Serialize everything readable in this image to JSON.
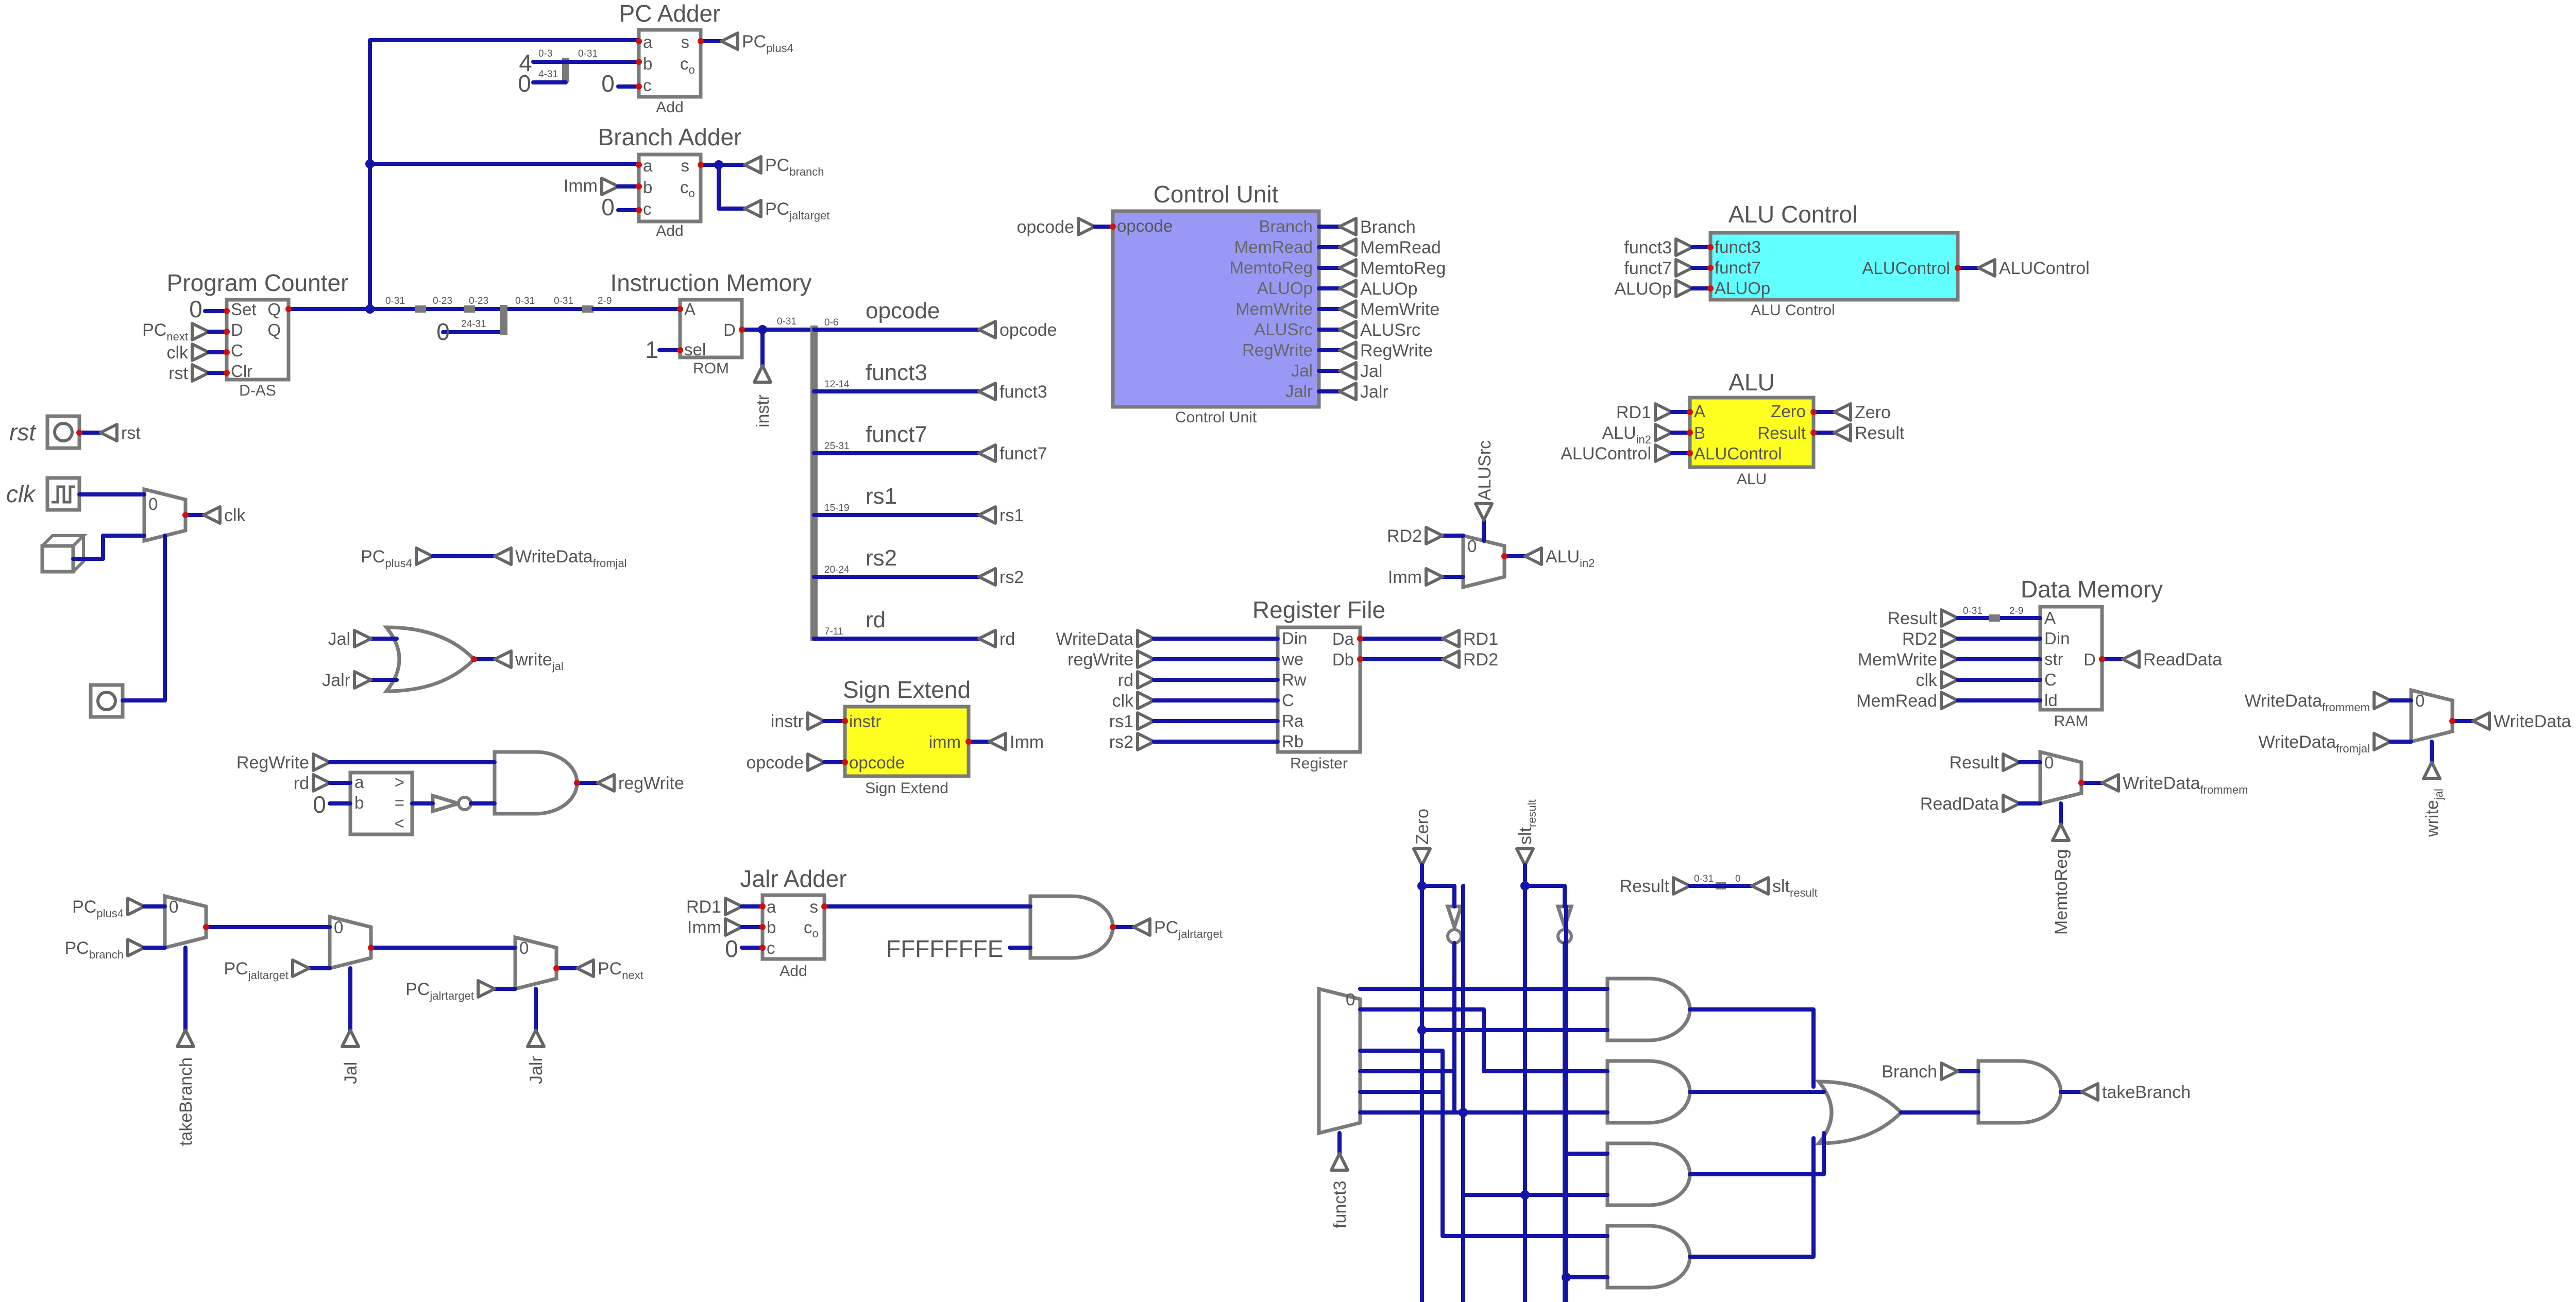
{
  "colors": {
    "wire": "#1414a8",
    "outline": "#7a7a7a",
    "control_fill": "#9999f5",
    "alu_fill": "#ffff1f",
    "sign_fill": "#ffff1f",
    "aluctl_fill": "#61ffff",
    "pin_dot": "#cc1111"
  },
  "pc_adder": {
    "title": "PC Adder",
    "sub": "Add",
    "const_b": "4",
    "const_c": "0",
    "output": "PC",
    "output_sub": "plus4",
    "split1": "0-3",
    "split2": "4-31",
    "split3": "0-31"
  },
  "branch_adder": {
    "title": "Branch Adder",
    "sub": "Add",
    "in_b": "Imm",
    "const_c": "0",
    "out1": "PC",
    "out1_sub": "branch",
    "out2": "PC",
    "out2_sub": "jaltarget"
  },
  "program_counter": {
    "title": "Program Counter",
    "sub": "D-AS",
    "const_set": "0",
    "in_d": "PC",
    "in_d_sub": "next",
    "in_clk": "clk",
    "in_rst": "rst",
    "pins": [
      "Set",
      "D",
      "C",
      "Clr",
      "Q",
      "Q"
    ]
  },
  "splitters": {
    "s1": "0-31",
    "s2": "0-23",
    "s3": "0-23",
    "s4": "24-31",
    "s5": "0-31",
    "s6": "0-31",
    "s7": "2-9",
    "const": "0"
  },
  "instruction_memory": {
    "title": "Instruction Memory",
    "sub": "ROM",
    "pin_a": "A",
    "pin_d": "D",
    "pin_sel": "sel",
    "const_sel": "1",
    "tunnel": "instr",
    "split": "0-31"
  },
  "instr_fields": [
    {
      "label": "opcode",
      "bits": "0-6",
      "tunnel": "opcode"
    },
    {
      "label": "funct3",
      "bits": "12-14",
      "tunnel": "funct3"
    },
    {
      "label": "funct7",
      "bits": "25-31",
      "tunnel": "funct7"
    },
    {
      "label": "rs1",
      "bits": "15-19",
      "tunnel": "rs1"
    },
    {
      "label": "rs2",
      "bits": "20-24",
      "tunnel": "rs2"
    },
    {
      "label": "rd",
      "bits": "7-11",
      "tunnel": "rd"
    }
  ],
  "control_unit": {
    "title": "Control Unit",
    "sub": "Control Unit",
    "input": "opcode",
    "outputs": [
      "Branch",
      "MemRead",
      "MemtoReg",
      "ALUOp",
      "MemWrite",
      "ALUSrc",
      "RegWrite",
      "Jal",
      "Jalr"
    ]
  },
  "alu_control": {
    "title": "ALU Control",
    "sub": "ALU Control",
    "inputs": [
      "funct3",
      "funct7",
      "ALUOp"
    ],
    "output": "ALUControl"
  },
  "alu": {
    "title": "ALU",
    "sub": "ALU",
    "in_a": "RD1",
    "in_b": "ALU",
    "in_b_sub": "in2",
    "in_c": "ALUControl",
    "pins_in": [
      "A",
      "B",
      "ALUControl"
    ],
    "pins_out": [
      "Zero",
      "Result"
    ],
    "out1": "Zero",
    "out2": "Result"
  },
  "alu_src_mux": {
    "sel": "ALUSrc",
    "in1": "RD2",
    "in2": "Imm",
    "out": "ALU",
    "out_sub": "in2",
    "zero": "0"
  },
  "rst_in": {
    "label": "rst",
    "tunnel": "rst"
  },
  "clk_in": {
    "label": "clk",
    "tunnel": "clk",
    "zero": "0"
  },
  "pc4_link": {
    "in": "PC",
    "in_sub": "plus4",
    "out": "WriteData",
    "out_sub": "fromjal"
  },
  "write_jal_or": {
    "in1": "Jal",
    "in2": "Jalr",
    "out": "write",
    "out_sub": "jal"
  },
  "reg_write_logic": {
    "in1": "RegWrite",
    "in2": "rd",
    "const": "0",
    "cmp_pins": [
      "a",
      "b",
      ">",
      "=",
      "<"
    ],
    "out": "regWrite"
  },
  "sign_extend": {
    "title": "Sign Extend",
    "sub": "Sign Extend",
    "in1": "instr",
    "in2": "opcode",
    "pins_in": [
      "instr",
      "opcode"
    ],
    "pin_out": "imm",
    "out": "Imm"
  },
  "register_file": {
    "title": "Register File",
    "sub": "Register",
    "inputs": [
      "WriteData",
      "regWrite",
      "rd",
      "clk",
      "rs1",
      "rs2"
    ],
    "pins_in": [
      "Din",
      "we",
      "Rw",
      "C",
      "Ra",
      "Rb"
    ],
    "pins_out": [
      "Da",
      "Db"
    ],
    "out1": "RD1",
    "out2": "RD2"
  },
  "data_memory": {
    "title": "Data Memory",
    "sub": "RAM",
    "inputs": [
      "Result",
      "RD2",
      "MemWrite",
      "clk",
      "MemRead"
    ],
    "pins_in": [
      "A",
      "Din",
      "str",
      "C",
      "ld"
    ],
    "pin_out": "D",
    "out": "ReadData",
    "split1": "0-31",
    "split2": "2-9"
  },
  "mem_to_reg_mux": {
    "in1": "Result",
    "in2": "ReadData",
    "sel": "MemtoReg",
    "out": "WriteData",
    "out_sub": "frommem",
    "zero": "0"
  },
  "write_data_mux": {
    "in1": "WriteData",
    "in1_sub": "frommem",
    "in2": "WriteData",
    "in2_sub": "fromjal",
    "sel": "write",
    "sel_sub": "jal",
    "out": "WriteData",
    "zero": "0"
  },
  "pc_next_logic": {
    "in1": "PC",
    "in1_sub": "plus4",
    "in2": "PC",
    "in2_sub": "branch",
    "sel1": "takeBranch",
    "in3": "PC",
    "in3_sub": "jaltarget",
    "sel2": "Jal",
    "in4": "PC",
    "in4_sub": "jalrtarget",
    "sel3": "Jalr",
    "out": "PC",
    "out_sub": "next",
    "zero": "0"
  },
  "jalr_adder": {
    "title": "Jalr Adder",
    "sub": "Add",
    "in1": "RD1",
    "in2": "Imm",
    "const_c": "0",
    "mask": "FFFFFFFE",
    "out": "PC",
    "out_sub": "jalrtarget",
    "pins": [
      "a",
      "b",
      "c",
      "s",
      "c"
    ]
  },
  "slt": {
    "in": "Result",
    "split1": "0-31",
    "split2": "0",
    "out": "slt",
    "out_sub": "result"
  },
  "branch_logic": {
    "in_zero": "Zero",
    "in_slt": "slt",
    "in_slt_sub": "result",
    "sel": "funct3",
    "in_branch": "Branch",
    "out": "takeBranch",
    "zero": "0"
  }
}
